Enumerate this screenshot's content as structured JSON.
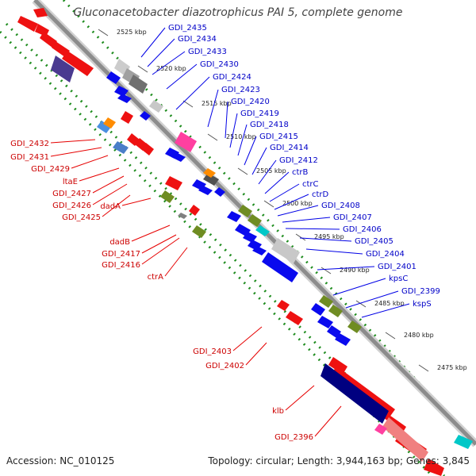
{
  "title": "Gluconacetobacter diazotrophicus PAI 5, complete genome",
  "footer": {
    "accession": "Accession: NC_010125",
    "topology": "Topology: circular; Length: 3,944,163 bp; Genes: 3,845"
  },
  "ticks": [
    "2525 kbp",
    "2520 kbp",
    "2515 kbp",
    "2510 kbp",
    "2505 kbp",
    "2500 kbp",
    "2495 kbp",
    "2490 kbp",
    "2485 kbp",
    "2480 kbp",
    "2475 kbp"
  ],
  "forward_labels": [
    "GDI_2435",
    "GDI_2434",
    "GDI_2433",
    "GDI_2430",
    "GDI_2424",
    "GDI_2423",
    "GDI_2420",
    "GDI_2419",
    "GDI_2418",
    "GDI_2415",
    "GDI_2414",
    "GDI_2412",
    "ctrB",
    "ctrC",
    "ctrD",
    "GDI_2408",
    "GDI_2407",
    "GDI_2406",
    "GDI_2405",
    "GDI_2404",
    "GDI_2401",
    "kpsC",
    "GDI_2399",
    "kspS"
  ],
  "reverse_labels": [
    "GDI_2432",
    "GDI_2431",
    "GDI_2429",
    "ltaE",
    "GDI_2427",
    "GDI_2426",
    "GDI_2425",
    "dadA",
    "dadB",
    "GDI_2417",
    "GDI_2416",
    "ctrA",
    "GDI_2403",
    "GDI_2402",
    "klb",
    "GDI_2396"
  ],
  "colors": {
    "forward_label": "#0000c8",
    "reverse_label": "#cc0000",
    "backbone": "#8c8c8c",
    "track_dots": "#1e8c1e"
  }
}
